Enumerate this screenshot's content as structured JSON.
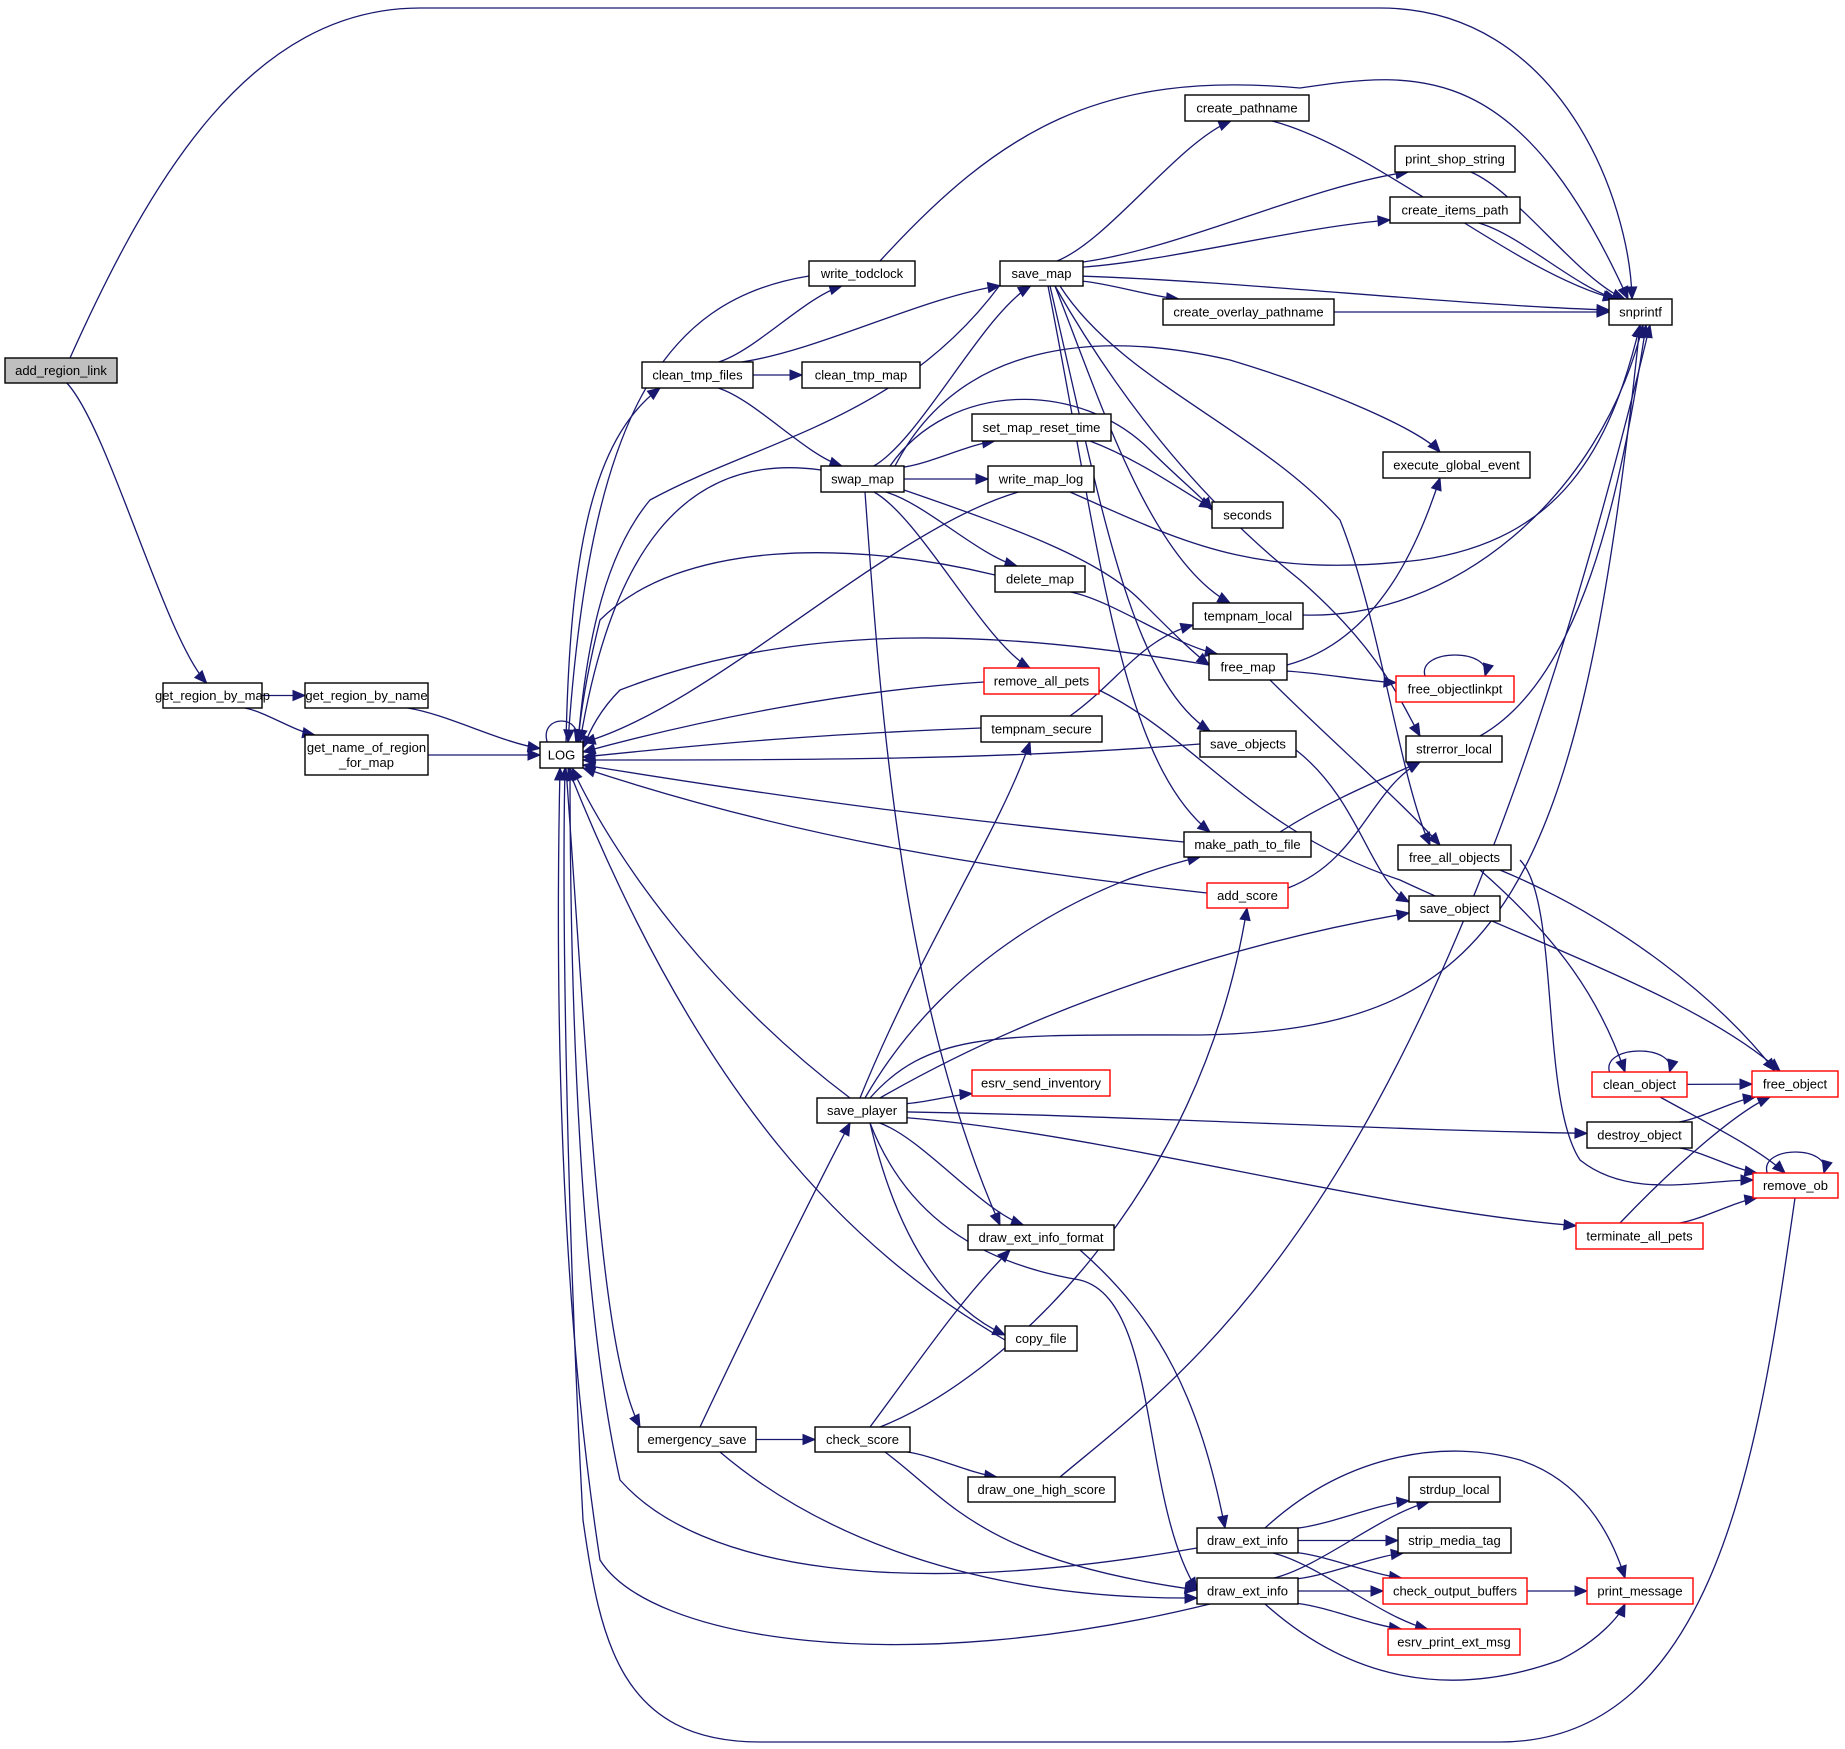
{
  "graph": {
    "type": "call-graph",
    "edge_color": "#191970",
    "truncated_border_color": "#ff0000",
    "root_fill_color": "#bfbfbf",
    "root": "add_region_link",
    "nodes": [
      {
        "id": "add_region_link",
        "label": "add_region_link",
        "root": true
      },
      {
        "id": "get_region_by_map",
        "label": "get_region_by_map"
      },
      {
        "id": "get_region_by_name",
        "label": "get_region_by_name"
      },
      {
        "id": "get_name_of_region_for_map",
        "label": "get_name_of_region\n_for_map"
      },
      {
        "id": "LOG",
        "label": "LOG"
      },
      {
        "id": "write_todclock",
        "label": "write_todclock"
      },
      {
        "id": "clean_tmp_files",
        "label": "clean_tmp_files"
      },
      {
        "id": "clean_tmp_map",
        "label": "clean_tmp_map"
      },
      {
        "id": "save_map",
        "label": "save_map"
      },
      {
        "id": "create_pathname",
        "label": "create_pathname"
      },
      {
        "id": "print_shop_string",
        "label": "print_shop_string"
      },
      {
        "id": "create_items_path",
        "label": "create_items_path"
      },
      {
        "id": "create_overlay_pathname",
        "label": "create_overlay_pathname"
      },
      {
        "id": "snprintf",
        "label": "snprintf"
      },
      {
        "id": "set_map_reset_time",
        "label": "set_map_reset_time"
      },
      {
        "id": "swap_map",
        "label": "swap_map"
      },
      {
        "id": "write_map_log",
        "label": "write_map_log"
      },
      {
        "id": "execute_global_event",
        "label": "execute_global_event"
      },
      {
        "id": "seconds",
        "label": "seconds"
      },
      {
        "id": "delete_map",
        "label": "delete_map"
      },
      {
        "id": "tempnam_local",
        "label": "tempnam_local"
      },
      {
        "id": "free_map",
        "label": "free_map"
      },
      {
        "id": "free_objectlinkpt",
        "label": "free_objectlinkpt",
        "truncated": true
      },
      {
        "id": "remove_all_pets",
        "label": "remove_all_pets",
        "truncated": true
      },
      {
        "id": "tempnam_secure",
        "label": "tempnam_secure"
      },
      {
        "id": "save_objects",
        "label": "save_objects"
      },
      {
        "id": "strerror_local",
        "label": "strerror_local"
      },
      {
        "id": "make_path_to_file",
        "label": "make_path_to_file"
      },
      {
        "id": "free_all_objects",
        "label": "free_all_objects"
      },
      {
        "id": "add_score",
        "label": "add_score",
        "truncated": true
      },
      {
        "id": "save_object",
        "label": "save_object"
      },
      {
        "id": "esrv_send_inventory",
        "label": "esrv_send_inventory",
        "truncated": true
      },
      {
        "id": "save_player",
        "label": "save_player"
      },
      {
        "id": "clean_object",
        "label": "clean_object",
        "truncated": true
      },
      {
        "id": "free_object",
        "label": "free_object",
        "truncated": true
      },
      {
        "id": "destroy_object",
        "label": "destroy_object"
      },
      {
        "id": "remove_ob",
        "label": "remove_ob",
        "truncated": true
      },
      {
        "id": "draw_ext_info_format",
        "label": "draw_ext_info_format"
      },
      {
        "id": "terminate_all_pets",
        "label": "terminate_all_pets",
        "truncated": true
      },
      {
        "id": "copy_file",
        "label": "copy_file"
      },
      {
        "id": "emergency_save",
        "label": "emergency_save"
      },
      {
        "id": "check_score",
        "label": "check_score"
      },
      {
        "id": "draw_one_high_score",
        "label": "draw_one_high_score"
      },
      {
        "id": "strdup_local",
        "label": "strdup_local"
      },
      {
        "id": "draw_ext_info_a",
        "label": "draw_ext_info"
      },
      {
        "id": "strip_media_tag",
        "label": "strip_media_tag"
      },
      {
        "id": "draw_ext_info_b",
        "label": "draw_ext_info"
      },
      {
        "id": "check_output_buffers",
        "label": "check_output_buffers",
        "truncated": true
      },
      {
        "id": "print_message",
        "label": "print_message",
        "truncated": true
      },
      {
        "id": "esrv_print_ext_msg",
        "label": "esrv_print_ext_msg",
        "truncated": true
      }
    ],
    "edges": [
      [
        "add_region_link",
        "snprintf"
      ],
      [
        "add_region_link",
        "get_region_by_map"
      ],
      [
        "get_region_by_map",
        "get_region_by_name"
      ],
      [
        "get_region_by_map",
        "get_name_of_region_for_map"
      ],
      [
        "get_region_by_name",
        "LOG"
      ],
      [
        "get_name_of_region_for_map",
        "LOG"
      ],
      [
        "LOG",
        "LOG"
      ],
      [
        "LOG",
        "clean_tmp_files"
      ],
      [
        "LOG",
        "emergency_save"
      ],
      [
        "write_todclock",
        "LOG"
      ],
      [
        "write_todclock",
        "snprintf"
      ],
      [
        "clean_tmp_files",
        "write_todclock"
      ],
      [
        "clean_tmp_files",
        "clean_tmp_map"
      ],
      [
        "clean_tmp_files",
        "save_map"
      ],
      [
        "clean_tmp_files",
        "swap_map"
      ],
      [
        "swap_map",
        "LOG"
      ],
      [
        "swap_map",
        "save_map"
      ],
      [
        "swap_map",
        "set_map_reset_time"
      ],
      [
        "swap_map",
        "write_map_log"
      ],
      [
        "swap_map",
        "delete_map"
      ],
      [
        "swap_map",
        "remove_all_pets"
      ],
      [
        "swap_map",
        "free_map"
      ],
      [
        "swap_map",
        "draw_ext_info_format"
      ],
      [
        "swap_map",
        "execute_global_event"
      ],
      [
        "swap_map",
        "seconds"
      ],
      [
        "save_map",
        "LOG"
      ],
      [
        "save_map",
        "create_pathname"
      ],
      [
        "save_map",
        "print_shop_string"
      ],
      [
        "save_map",
        "create_items_path"
      ],
      [
        "save_map",
        "snprintf"
      ],
      [
        "save_map",
        "create_overlay_pathname"
      ],
      [
        "save_map",
        "tempnam_local"
      ],
      [
        "save_map",
        "save_objects"
      ],
      [
        "save_map",
        "make_path_to_file"
      ],
      [
        "save_map",
        "strerror_local"
      ],
      [
        "save_map",
        "free_all_objects"
      ],
      [
        "create_pathname",
        "snprintf"
      ],
      [
        "print_shop_string",
        "snprintf"
      ],
      [
        "create_items_path",
        "snprintf"
      ],
      [
        "create_overlay_pathname",
        "snprintf"
      ],
      [
        "set_map_reset_time",
        "seconds"
      ],
      [
        "write_map_log",
        "LOG"
      ],
      [
        "write_map_log",
        "snprintf"
      ],
      [
        "delete_map",
        "LOG"
      ],
      [
        "delete_map",
        "free_map"
      ],
      [
        "free_map",
        "LOG"
      ],
      [
        "free_map",
        "execute_global_event"
      ],
      [
        "free_map",
        "free_objectlinkpt"
      ],
      [
        "free_map",
        "free_all_objects"
      ],
      [
        "free_objectlinkpt",
        "free_objectlinkpt"
      ],
      [
        "remove_all_pets",
        "LOG"
      ],
      [
        "remove_all_pets",
        "free_object"
      ],
      [
        "tempnam_secure",
        "LOG"
      ],
      [
        "tempnam_secure",
        "tempnam_local"
      ],
      [
        "tempnam_local",
        "snprintf"
      ],
      [
        "save_objects",
        "LOG"
      ],
      [
        "save_objects",
        "save_object"
      ],
      [
        "strerror_local",
        "snprintf"
      ],
      [
        "make_path_to_file",
        "LOG"
      ],
      [
        "make_path_to_file",
        "strerror_local"
      ],
      [
        "add_score",
        "LOG"
      ],
      [
        "add_score",
        "strerror_local"
      ],
      [
        "free_all_objects",
        "clean_object"
      ],
      [
        "free_all_objects",
        "free_object"
      ],
      [
        "free_all_objects",
        "remove_ob"
      ],
      [
        "save_player",
        "LOG"
      ],
      [
        "save_player",
        "tempnam_secure"
      ],
      [
        "save_player",
        "make_path_to_file"
      ],
      [
        "save_player",
        "save_object"
      ],
      [
        "save_player",
        "snprintf"
      ],
      [
        "save_player",
        "esrv_send_inventory"
      ],
      [
        "save_player",
        "destroy_object"
      ],
      [
        "save_player",
        "terminate_all_pets"
      ],
      [
        "save_player",
        "draw_ext_info_format"
      ],
      [
        "save_player",
        "copy_file"
      ],
      [
        "save_player",
        "draw_ext_info_b"
      ],
      [
        "clean_object",
        "clean_object"
      ],
      [
        "clean_object",
        "free_object"
      ],
      [
        "clean_object",
        "remove_ob"
      ],
      [
        "destroy_object",
        "free_object"
      ],
      [
        "destroy_object",
        "remove_ob"
      ],
      [
        "terminate_all_pets",
        "free_object"
      ],
      [
        "terminate_all_pets",
        "remove_ob"
      ],
      [
        "remove_ob",
        "remove_ob"
      ],
      [
        "remove_ob",
        "LOG"
      ],
      [
        "draw_ext_info_format",
        "draw_ext_info_a"
      ],
      [
        "copy_file",
        "LOG"
      ],
      [
        "emergency_save",
        "save_player"
      ],
      [
        "emergency_save",
        "check_score"
      ],
      [
        "emergency_save",
        "draw_ext_info_b"
      ],
      [
        "check_score",
        "draw_ext_info_format"
      ],
      [
        "check_score",
        "add_score"
      ],
      [
        "check_score",
        "draw_one_high_score"
      ],
      [
        "check_score",
        "draw_ext_info_b"
      ],
      [
        "draw_one_high_score",
        "snprintf"
      ],
      [
        "draw_ext_info_a",
        "LOG"
      ],
      [
        "draw_ext_info_a",
        "strdup_local"
      ],
      [
        "draw_ext_info_a",
        "strip_media_tag"
      ],
      [
        "draw_ext_info_a",
        "check_output_buffers"
      ],
      [
        "draw_ext_info_a",
        "esrv_print_ext_msg"
      ],
      [
        "draw_ext_info_a",
        "print_message"
      ],
      [
        "draw_ext_info_b",
        "LOG"
      ],
      [
        "draw_ext_info_b",
        "strdup_local"
      ],
      [
        "draw_ext_info_b",
        "strip_media_tag"
      ],
      [
        "draw_ext_info_b",
        "check_output_buffers"
      ],
      [
        "draw_ext_info_b",
        "esrv_print_ext_msg"
      ],
      [
        "draw_ext_info_b",
        "print_message"
      ],
      [
        "check_output_buffers",
        "print_message"
      ]
    ]
  }
}
